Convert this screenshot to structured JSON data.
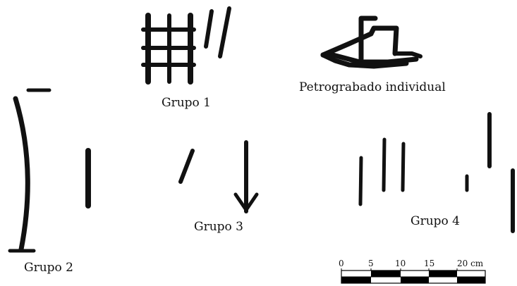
{
  "labels": {
    "group1": "Grupo 1",
    "individual": "Petrograbado individual",
    "group2": "Grupo 2",
    "group3": "Grupo 3",
    "group4": "Grupo 4"
  },
  "scale_bar": {
    "ticks": [
      "0",
      "5",
      "10",
      "15",
      "20 cm"
    ],
    "fill_color": "#000000"
  },
  "ink_color": "#111111"
}
